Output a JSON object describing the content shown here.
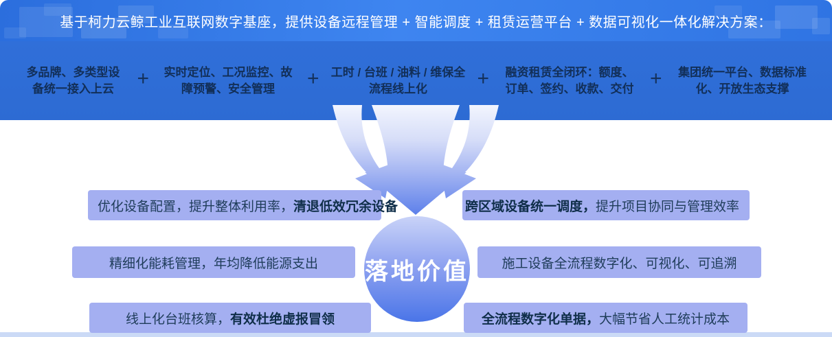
{
  "banner": {
    "title": "基于柯力云鲸工业互联网数字基座，提供设备远程管理 + 智能调度 + 租赁运营平台 + 数据可视化一体化解决方案："
  },
  "capabilities": {
    "separator": "+",
    "items": [
      "多品牌、多类型设备统一接入上云",
      "实时定位、工况监控、故障预警、安全管理",
      "工时 / 台班 / 油料 / 维保全流程线上化",
      "融资租赁全闭环：额度、订单、签约、收款、交付",
      "集团统一平台、数据标准化、开放生态支撑"
    ]
  },
  "center": {
    "label": "落地价值"
  },
  "value_boxes": [
    {
      "normal": "优化设备配置，提升整体利用率，",
      "bold": "清退低效冗余设备"
    },
    {
      "normal": "精细化能耗管理，年均降低能源支出",
      "bold": ""
    },
    {
      "normal": "线上化台班核算，",
      "bold": "有效杜绝虚报冒领"
    },
    {
      "bold": "跨区域设备统一调度，",
      "normal": "提升项目协同与管理效率"
    },
    {
      "normal": "施工设备全流程数字化、可视化、可追溯",
      "bold": ""
    },
    {
      "bold": "全流程数字化单据，",
      "normal": "大幅节省人工统计成本"
    }
  ],
  "colors": {
    "banner_blue": "#3e85f0",
    "band_blue": "#2e6dd6",
    "band_text": "#122f58",
    "box_fill": "#a4aff1",
    "box_text": "#1e3c59",
    "circle_top": "#c9d3f8",
    "circle_bottom": "#4a75e8",
    "arrow_light": "#f2f5fe",
    "arrow_deep": "#5d80ea",
    "bottom_strip": "#cbdaf6"
  }
}
